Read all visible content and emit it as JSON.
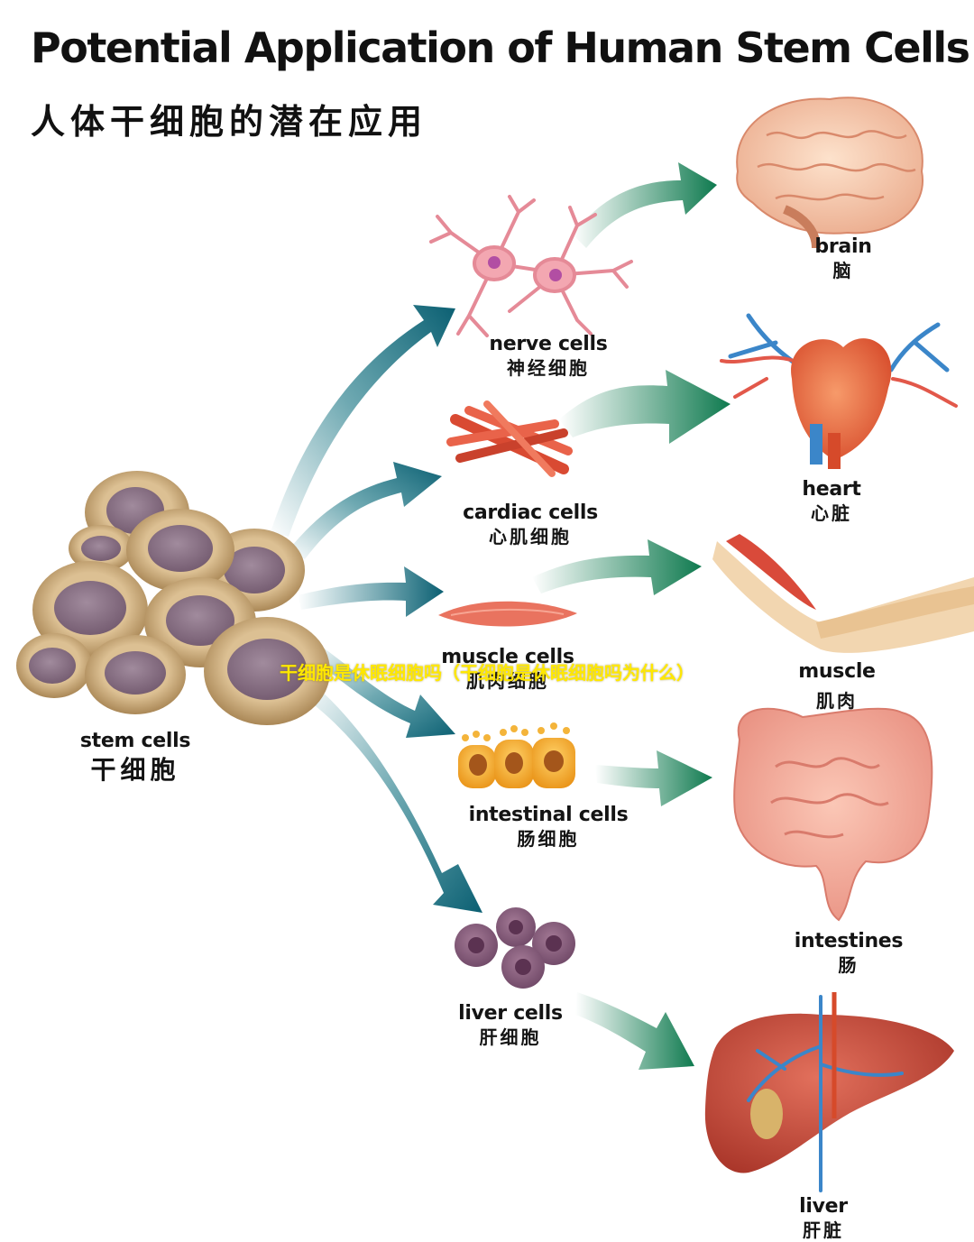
{
  "title": "Potential Application of Human Stem Cells",
  "subtitle": "人体干细胞的潜在应用",
  "overlay_caption": "干细胞是休眠细胞吗（干细胞是休眠细胞吗为什么）",
  "source": {
    "en": "stem cells",
    "zh": "干细胞"
  },
  "cells": [
    {
      "en": "nerve cells",
      "zh": "神经细胞"
    },
    {
      "en": "cardiac cells",
      "zh": "心肌细胞"
    },
    {
      "en": "muscle cells",
      "zh": "肌肉细胞"
    },
    {
      "en": "intestinal cells",
      "zh": "肠细胞"
    },
    {
      "en": "liver cells",
      "zh": "肝细胞"
    }
  ],
  "organs": [
    {
      "en": "brain",
      "zh": "脑"
    },
    {
      "en": "heart",
      "zh": "心脏"
    },
    {
      "en": "muscle",
      "zh": "肌肉"
    },
    {
      "en": "intestines",
      "zh": "肠"
    },
    {
      "en": "liver",
      "zh": "肝脏"
    }
  ],
  "colors": {
    "arrow_teal": "#0e6f7e",
    "arrow_green": "#0f7a4f",
    "stem_cell_body": "#c9a977",
    "stem_cell_nucleus": "#7d6378",
    "overlay_text": "#ffe800"
  }
}
